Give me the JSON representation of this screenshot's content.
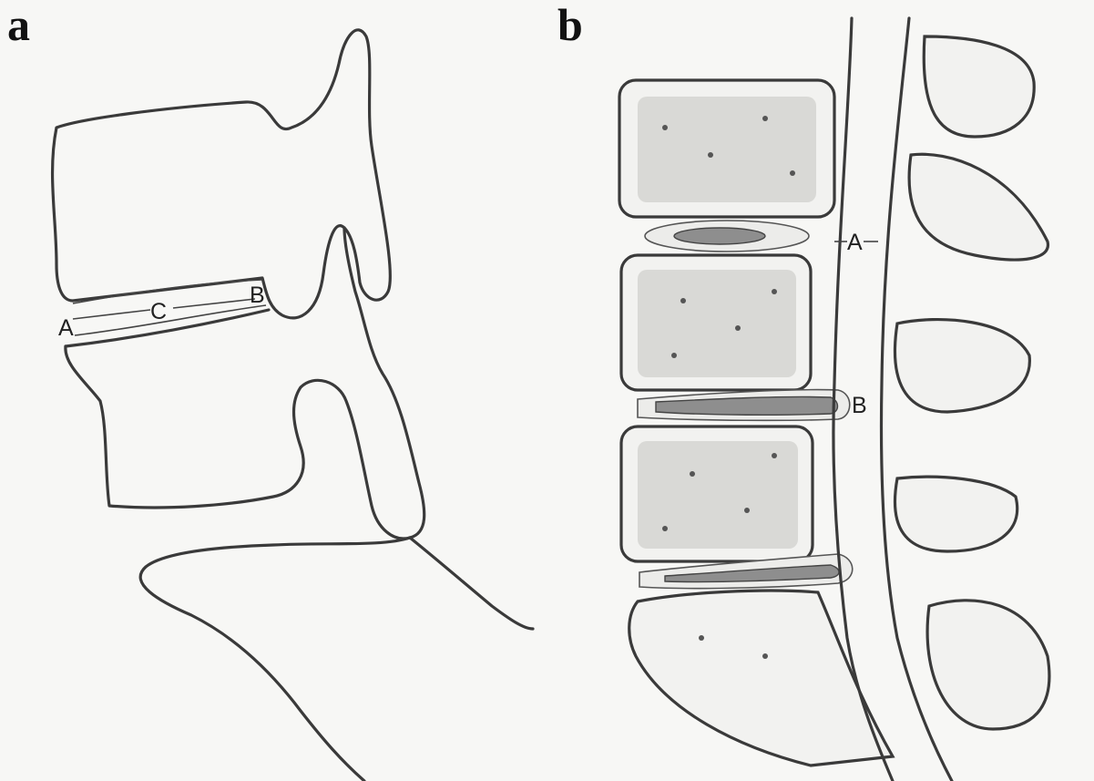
{
  "panels": [
    {
      "letter": "a",
      "labels": {
        "A": "A",
        "B": "B",
        "C": "C"
      }
    },
    {
      "letter": "b",
      "labels": {
        "A": "A",
        "B": "B"
      }
    }
  ]
}
